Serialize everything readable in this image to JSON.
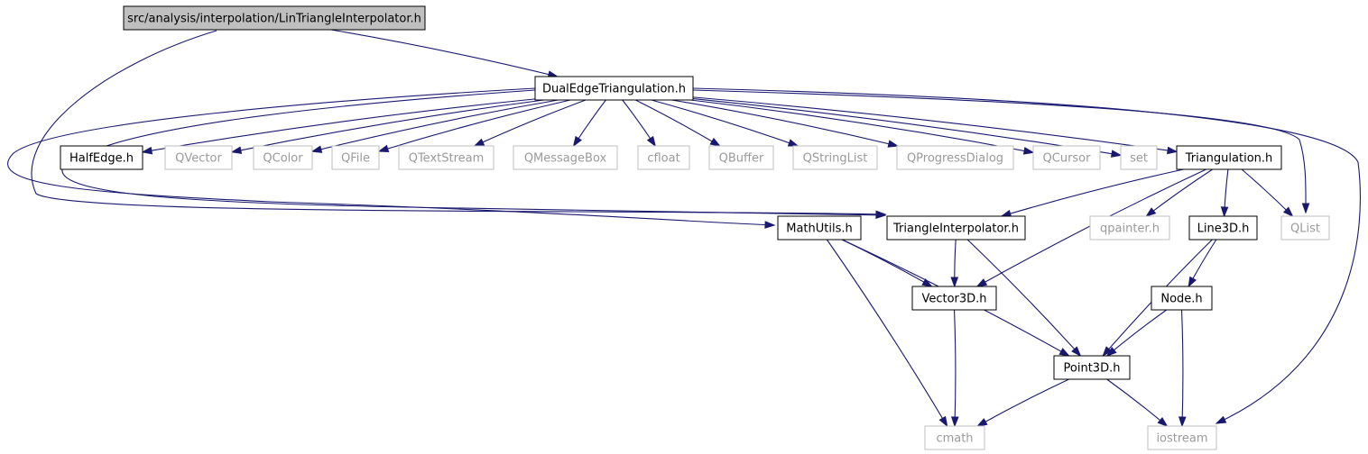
{
  "diagram": {
    "type": "include-dependency-graph",
    "colors": {
      "edge": "#191970",
      "root_fill": "#bfbfbf",
      "internal_border": "#000000",
      "external_border": "#bfbfbf",
      "external_text": "#9a9a9a"
    },
    "nodes": [
      {
        "id": "root",
        "label": "src/analysis/interpolation/LinTriangleInterpolator.h",
        "kind": "root"
      },
      {
        "id": "dual",
        "label": "DualEdgeTriangulation.h",
        "kind": "internal"
      },
      {
        "id": "halfedge",
        "label": "HalfEdge.h",
        "kind": "internal"
      },
      {
        "id": "qvector",
        "label": "QVector",
        "kind": "external"
      },
      {
        "id": "qcolor",
        "label": "QColor",
        "kind": "external"
      },
      {
        "id": "qfile",
        "label": "QFile",
        "kind": "external"
      },
      {
        "id": "qtextstream",
        "label": "QTextStream",
        "kind": "external"
      },
      {
        "id": "qmessagebox",
        "label": "QMessageBox",
        "kind": "external"
      },
      {
        "id": "cfloat",
        "label": "cfloat",
        "kind": "external"
      },
      {
        "id": "qbuffer",
        "label": "QBuffer",
        "kind": "external"
      },
      {
        "id": "qstringlist",
        "label": "QStringList",
        "kind": "external"
      },
      {
        "id": "qprogressdialog",
        "label": "QProgressDialog",
        "kind": "external"
      },
      {
        "id": "qcursor",
        "label": "QCursor",
        "kind": "external"
      },
      {
        "id": "set",
        "label": "set",
        "kind": "external"
      },
      {
        "id": "triangulation",
        "label": "Triangulation.h",
        "kind": "internal"
      },
      {
        "id": "mathutils",
        "label": "MathUtils.h",
        "kind": "internal"
      },
      {
        "id": "triinterp",
        "label": "TriangleInterpolator.h",
        "kind": "internal"
      },
      {
        "id": "qpainter",
        "label": "qpainter.h",
        "kind": "external"
      },
      {
        "id": "line3d",
        "label": "Line3D.h",
        "kind": "internal"
      },
      {
        "id": "qlist",
        "label": "QList",
        "kind": "external"
      },
      {
        "id": "vector3d",
        "label": "Vector3D.h",
        "kind": "internal"
      },
      {
        "id": "node",
        "label": "Node.h",
        "kind": "internal"
      },
      {
        "id": "point3d",
        "label": "Point3D.h",
        "kind": "internal"
      },
      {
        "id": "cmath",
        "label": "cmath",
        "kind": "external"
      },
      {
        "id": "iostream",
        "label": "iostream",
        "kind": "external"
      }
    ],
    "edges": [
      {
        "from": "root",
        "to": "dual"
      },
      {
        "from": "root",
        "to": "triinterp"
      },
      {
        "from": "dual",
        "to": "halfedge"
      },
      {
        "from": "dual",
        "to": "qvector"
      },
      {
        "from": "dual",
        "to": "qcolor"
      },
      {
        "from": "dual",
        "to": "qfile"
      },
      {
        "from": "dual",
        "to": "qtextstream"
      },
      {
        "from": "dual",
        "to": "qmessagebox"
      },
      {
        "from": "dual",
        "to": "cfloat"
      },
      {
        "from": "dual",
        "to": "qbuffer"
      },
      {
        "from": "dual",
        "to": "qstringlist"
      },
      {
        "from": "dual",
        "to": "qprogressdialog"
      },
      {
        "from": "dual",
        "to": "qcursor"
      },
      {
        "from": "dual",
        "to": "set"
      },
      {
        "from": "dual",
        "to": "triangulation"
      },
      {
        "from": "dual",
        "to": "qlist"
      },
      {
        "from": "dual",
        "to": "iostream"
      },
      {
        "from": "dual",
        "to": "mathutils"
      },
      {
        "from": "dual",
        "to": "triinterp"
      },
      {
        "from": "triangulation",
        "to": "triinterp"
      },
      {
        "from": "triangulation",
        "to": "vector3d"
      },
      {
        "from": "triangulation",
        "to": "qpainter"
      },
      {
        "from": "triangulation",
        "to": "line3d"
      },
      {
        "from": "triangulation",
        "to": "qlist"
      },
      {
        "from": "mathutils",
        "to": "vector3d"
      },
      {
        "from": "mathutils",
        "to": "point3d"
      },
      {
        "from": "mathutils",
        "to": "cmath"
      },
      {
        "from": "triinterp",
        "to": "vector3d"
      },
      {
        "from": "triinterp",
        "to": "point3d"
      },
      {
        "from": "line3d",
        "to": "point3d"
      },
      {
        "from": "line3d",
        "to": "node"
      },
      {
        "from": "node",
        "to": "point3d"
      },
      {
        "from": "node",
        "to": "iostream"
      },
      {
        "from": "vector3d",
        "to": "cmath"
      },
      {
        "from": "point3d",
        "to": "cmath"
      },
      {
        "from": "point3d",
        "to": "iostream"
      }
    ]
  }
}
